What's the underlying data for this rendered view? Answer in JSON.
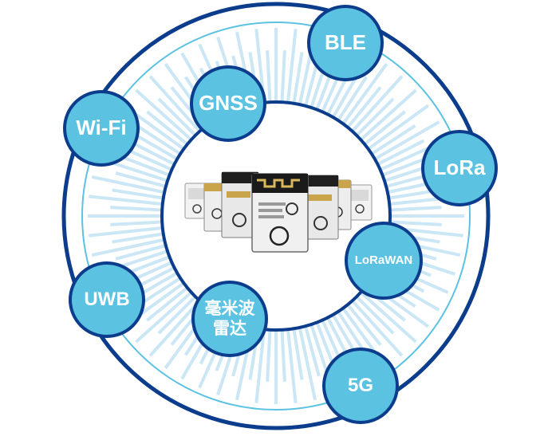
{
  "colors": {
    "ring_dark": "#0b3d8c",
    "ring_light": "#5bc2e2",
    "rays": "#a9d6ee",
    "bubble_fill": "#5bc2e2",
    "bubble_text": "#ffffff"
  },
  "center_image": {
    "icon": "wireless-module-chips-icon",
    "module_count": 7
  },
  "technologies": {
    "ble": "BLE",
    "gnss": "GNSS",
    "wifi": "Wi-Fi",
    "lora": "LoRa",
    "lorawan": "LoRaWAN",
    "uwb": "UWB",
    "mmwave_line1": "毫米波",
    "mmwave_line2": "雷达",
    "fiveg": "5G"
  }
}
